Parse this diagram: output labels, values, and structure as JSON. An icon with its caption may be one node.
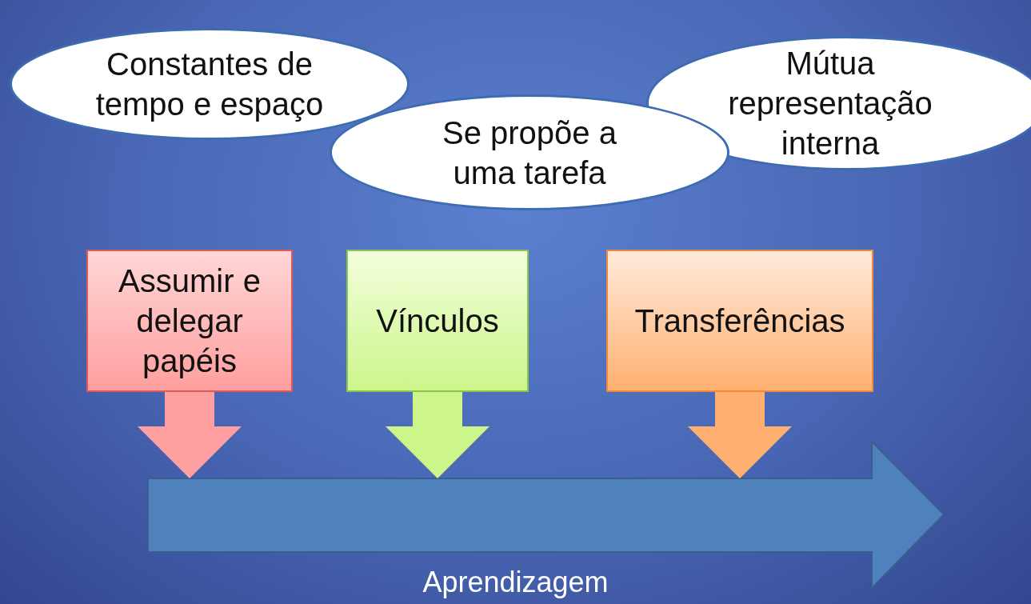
{
  "diagram": {
    "nodes": [
      {
        "text": [
          "Constantes de tempo e espaço"
        ]
      },
      {
        "text": [
          "Se propõe a uma tarefa"
        ]
      },
      {
        "text": [
          "Mútua representação interna"
        ]
      },
      {
        "text": [
          "Assumir e delegar papéis"
        ]
      },
      {
        "text": [
          "Vínculos"
        ]
      },
      {
        "text": [
          "Transferências"
        ]
      },
      {
        "text": [],
        "shape": "arrow",
        "beside": [
          "Aprendizagem"
        ]
      }
    ],
    "edges": [
      {
        "from": 3,
        "to": 6,
        "arrow": "to",
        "color": "#ff9f9f"
      },
      {
        "from": 4,
        "to": 6,
        "arrow": "to",
        "color": "#ccf58a"
      },
      {
        "from": 5,
        "to": 6,
        "arrow": "to",
        "color": "#ffb070"
      }
    ]
  }
}
